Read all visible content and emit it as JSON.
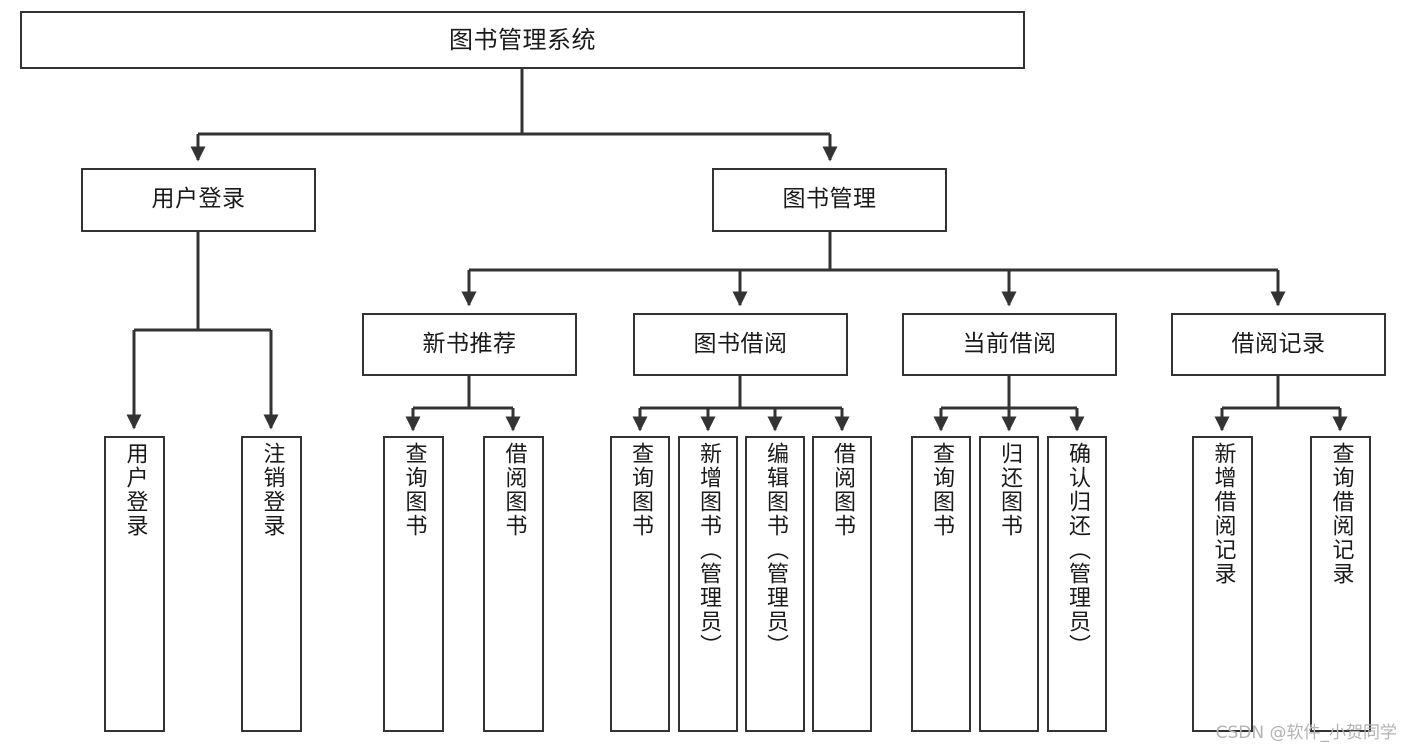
{
  "diagram": {
    "type": "tree-hierarchy-chart",
    "title": "图书管理系统",
    "orientation": "top-down",
    "line_color": "#333333",
    "box_fill": "#ffffff",
    "text_color": "#1a1a1a"
  },
  "nodes": {
    "root": {
      "label": "图书管理系统",
      "level": 1
    },
    "user_login": {
      "label": "用户登录",
      "level": 2
    },
    "book_manage": {
      "label": "图书管理",
      "level": 2
    },
    "new_book_rec": {
      "label": "新书推荐",
      "level": 3
    },
    "book_borrow": {
      "label": "图书借阅",
      "level": 3
    },
    "current_borrow": {
      "label": "当前借阅",
      "level": 3
    },
    "borrow_record": {
      "label": "借阅记录",
      "level": 3
    },
    "leaf_user_login": {
      "label": "用户登录",
      "level": 3,
      "parent": "用户登录"
    },
    "leaf_logout": {
      "label": "注销登录",
      "level": 3,
      "parent": "用户登录"
    },
    "leaf_query_book_1": {
      "label": "查询图书",
      "level": 4,
      "parent": "新书推荐"
    },
    "leaf_borrow_book_1": {
      "label": "借阅图书",
      "level": 4,
      "parent": "新书推荐"
    },
    "leaf_query_book_2": {
      "label": "查询图书",
      "level": 4,
      "parent": "图书借阅"
    },
    "leaf_add_book": {
      "label": "新增图书（管理员）",
      "level": 4,
      "parent": "图书借阅"
    },
    "leaf_edit_book": {
      "label": "编辑图书（管理员）",
      "level": 4,
      "parent": "图书借阅"
    },
    "leaf_borrow_book_2": {
      "label": "借阅图书",
      "level": 4,
      "parent": "图书借阅"
    },
    "leaf_query_book_3": {
      "label": "查询图书",
      "level": 4,
      "parent": "当前借阅"
    },
    "leaf_return_book": {
      "label": "归还图书",
      "level": 4,
      "parent": "当前借阅"
    },
    "leaf_confirm_return": {
      "label": "确认归还（管理员）",
      "level": 4,
      "parent": "当前借阅"
    },
    "leaf_add_record": {
      "label": "新增借阅记录",
      "level": 4,
      "parent": "借阅记录"
    },
    "leaf_query_record": {
      "label": "查询借阅记录",
      "level": 4,
      "parent": "借阅记录"
    }
  },
  "watermark": {
    "text": "CSDN @软件_小贺同学"
  }
}
